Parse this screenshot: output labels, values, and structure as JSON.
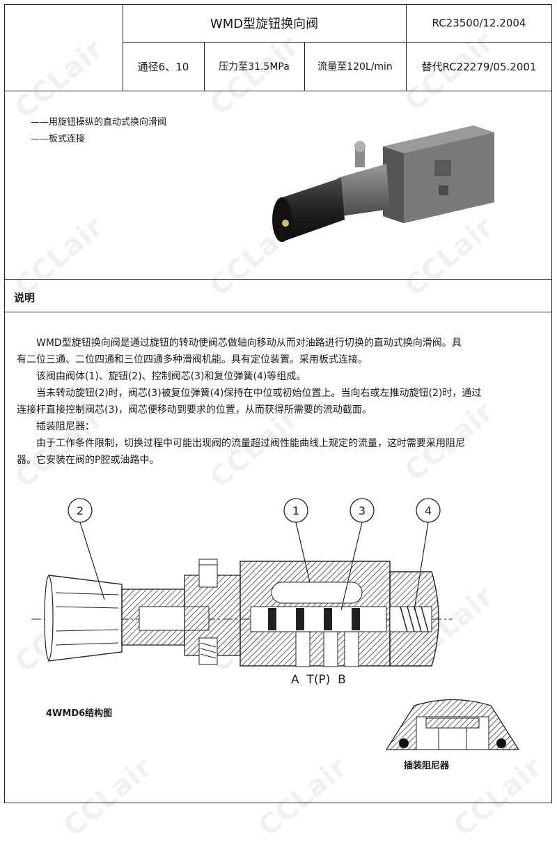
{
  "header": {
    "title": "WMD型旋钮换向阀",
    "doc_code": "RC23500/12.2004",
    "spec_bore": "通径6、10",
    "spec_pressure": "压力至31.5MPa",
    "spec_flow": "流量至120L/min",
    "replaces": "替代RC22279/05.2001"
  },
  "features": [
    "——用旋钮操纵的直动式换向滑阀",
    "——板式连接"
  ],
  "section_title": "说明",
  "description": [
    "　　WMD型旋钮换向阀是通过旋钮的转动使阀芯做轴向移动从而对油路进行切换的直动式换向滑阀。具",
    "有二位三通、二位四通和三位四通多种滑阀机能。具有定位装置。采用板式连接。",
    "　　该阀由阀体(1)、旋钮(2)、控制阀芯(3)和复位弹簧(4)等组成。",
    "　　当未转动旋钮(2)时，阀芯(3)被复位弹簧(4)保持在中位或初始位置上。当向右或左推动旋钮(2)时，通过",
    "连接杆直接控制阀芯(3)，阀芯便移动到要求的位置，从而获得所需要的流动截面。",
    "　　插装阻尼器：",
    "　　由于工作条件限制，切换过程中可能出现阀的流量超过阀性能曲线上规定的流量，这时需要采用阻尼",
    "器。它安装在阀的P腔或油路中。"
  ],
  "diagram": {
    "callouts": [
      "2",
      "1",
      "3",
      "4"
    ],
    "port_labels": "A  T(P)  B",
    "caption": "4WMD6结构图"
  },
  "damper": {
    "caption": "插装阻尼器"
  },
  "watermark": "CCLair"
}
